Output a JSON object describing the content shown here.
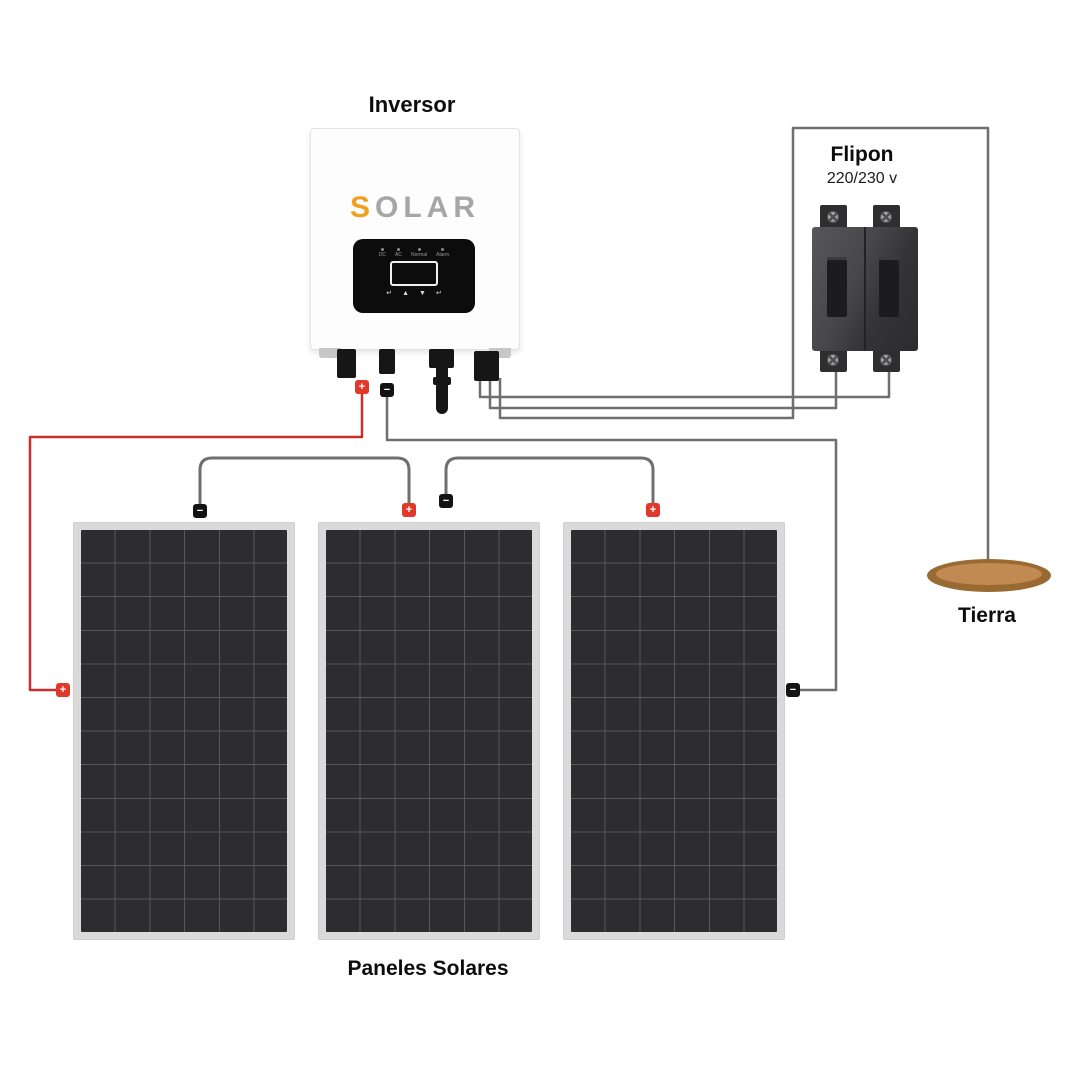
{
  "labels": {
    "inverter": "Inversor",
    "flipon": "Flipon",
    "flipon_voltage": "220/230 v",
    "ground": "Tierra",
    "panels": "Paneles Solares"
  },
  "inverter": {
    "brand_prefix": "S",
    "brand_suffix": "OLAR",
    "display": {
      "leds": [
        "DC",
        "AC",
        "Normal",
        "Alarm"
      ],
      "buttons": [
        "↵",
        "▲",
        "▼",
        "↵"
      ]
    }
  },
  "terminals": {
    "plus": "+",
    "minus": "−"
  },
  "colors": {
    "wire_positive": "#c9302c",
    "wire_neutral": "#6f6f6f",
    "terminal_positive": "#e0392c",
    "terminal_negative": "#131313",
    "brand_accent": "#f0a01e",
    "panel_cell": "#2d2d2f",
    "panel_frame": "#dadada",
    "ground_fill": "#c18a52"
  }
}
